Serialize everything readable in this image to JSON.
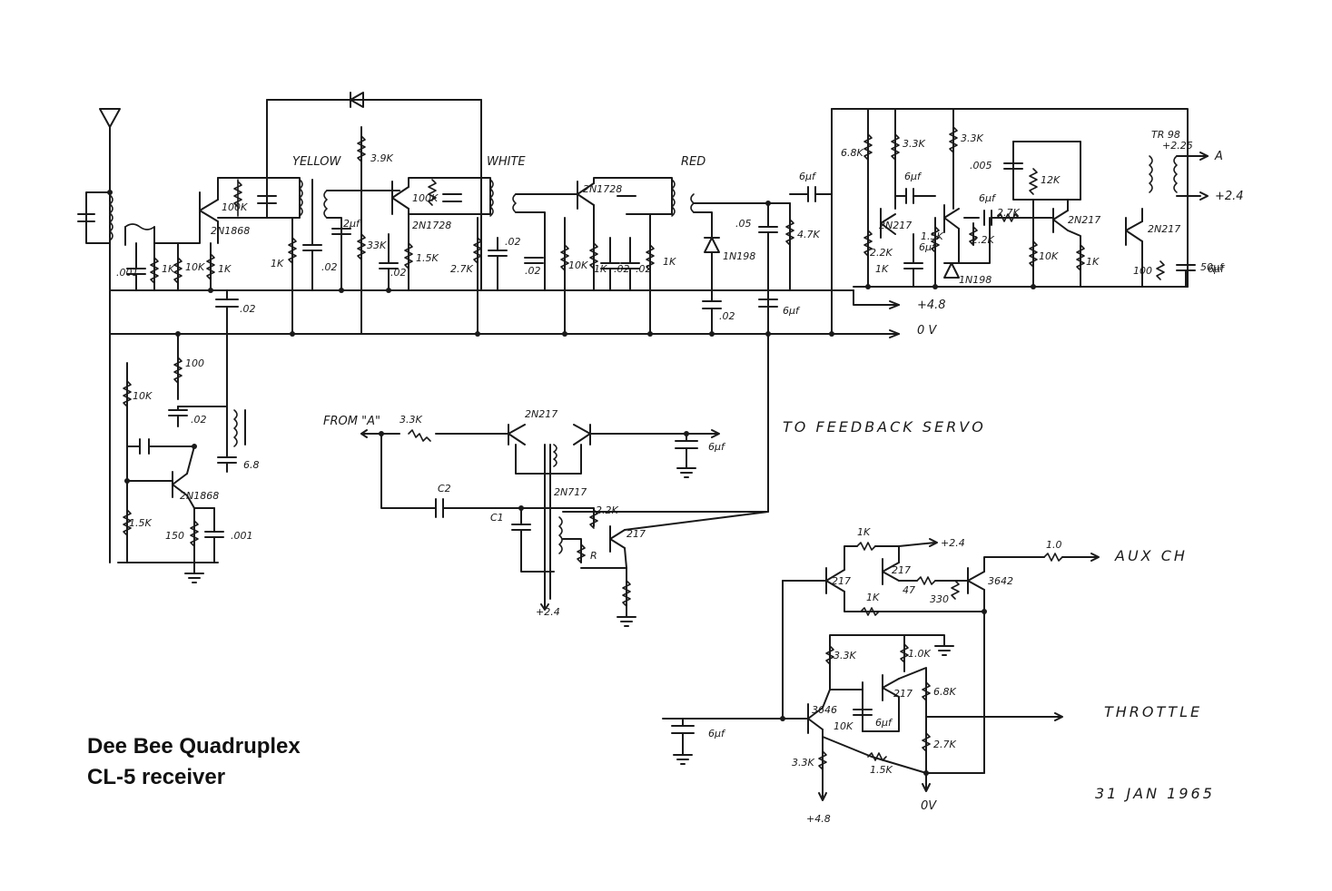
{
  "caption": {
    "line1": "Dee Bee Quadruplex",
    "line2": "CL-5 receiver"
  },
  "date": "31 JAN 1965",
  "labels": {
    "yellow": "YELLOW",
    "white": "WHITE",
    "red": "RED",
    "feedback": "TO FEEDBACK SERVO",
    "from_a": "FROM \"A\"",
    "aux": "AUX CH",
    "throttle": "THROTTLE",
    "tr98": "TR 98",
    "out_a": "A",
    "out_24": "+2.4",
    "plus225": "+2.25",
    "plus48": "+4.8",
    "zero_v": "0 V",
    "zero_v2": "0V",
    "plus48_b": "+4.8",
    "plus24_b": "+2.4",
    "plus24_c": "+2.4",
    "one_oh": "1.0"
  },
  "components": {
    "q1": "2N1868",
    "q2": "2N1728",
    "q3": "2N1728",
    "q4": "2N217",
    "q5": "2N217",
    "q6": "2N217",
    "q7": "2N1868",
    "q8": "2N217",
    "q9": "2N717",
    "q10": "217",
    "q11": "217",
    "q12": "217",
    "q13": "3642",
    "q14": "3646",
    "q15": "217",
    "d1": "1N198",
    "d2": "1N198",
    "r_39k": "3.9K",
    "r_33k": "33K",
    "r_100k_a": "100K",
    "r_100k_b": "100K",
    "r_1k_a": "1K",
    "r_10k_a": "10K",
    "r_1k_b": "1K",
    "r_1k_c": "1K",
    "r_15k_a": "1.5K",
    "r_27k_a": "2.7K",
    "r_10k_b": "10K",
    "r_1k_d": "1K",
    "r_1k_e": "1K",
    "r_47k": "4.7K",
    "r_68k_a": "6.8K",
    "r_33k_a": "3.3K",
    "r_33k_b": "3.3K",
    "r_22k_a": "2.2K",
    "r_1k_f": "1K",
    "r_15k_b": "1.5K",
    "r_22k_b": "2.2K",
    "r_27k_b": "2.7K",
    "r_12k": "12K",
    "r_10k_c": "10K",
    "r_1k_g": "1K",
    "r_100_a": "100",
    "r_100_b": "100",
    "r_10k_d": "10K",
    "r_15k_c": "1.5K",
    "r_150": "150",
    "r_33k_c": "3.3K",
    "r_22k_c": "2.2K",
    "r_R": "R",
    "r_1k_h": "1K",
    "r_1k_i": "1K",
    "r_47": "47",
    "r_330": "330",
    "r_33k_d": "3.3K",
    "r_10k_e": "1.0K",
    "r_68k_b": "6.8K",
    "r_10k_f": "10K",
    "r_33k_e": "3.3K",
    "r_15k_d": "1.5K",
    "r_27k_c": "2.7K",
    "c_001_a": ".001",
    "c_02_a": ".02",
    "c_02_b": ".02",
    "c_2uf": "2μf",
    "c_02_c": ".02",
    "c_02_d": ".02",
    "c_02_e": ".02",
    "c_02_f": ".02",
    "c_02_g": ".02",
    "c_05": ".05",
    "c_02_h": ".02",
    "c_6uf_a": "6μf",
    "c_6uf_b": "6μf",
    "c_6uf_c": "6μf",
    "c_6uf_d": "6μf",
    "c_6uf_e": "6μf",
    "c_005": ".005",
    "c_50uf": "50μf",
    "c_02_i": ".02",
    "c_68": "6.8",
    "c_001_b": ".001",
    "c_c2": "C2",
    "c_c1": "C1",
    "c_6uf_f": "6μf",
    "c_6uf_g": "6μf",
    "c_6uf_h": "6μf",
    "c_6uf_i": "6μf"
  }
}
